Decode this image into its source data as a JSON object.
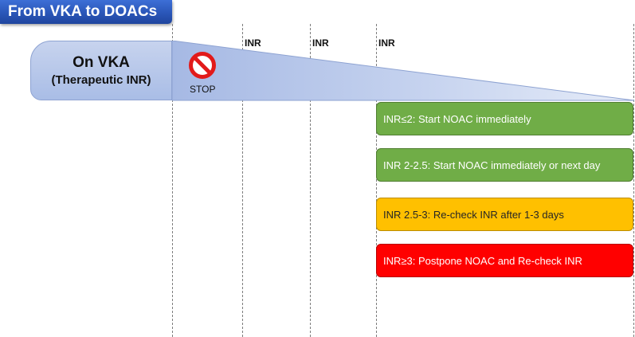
{
  "title": "From VKA to DOACs",
  "vka_box": {
    "line1": "On VKA",
    "line2": "(Therapeutic INR)"
  },
  "stop_icon": {
    "icon": "no-entry-sign-icon",
    "label": "STOP",
    "color": "#e21a1a"
  },
  "inr_markers": [
    "INR",
    "INR",
    "INR"
  ],
  "rules": [
    {
      "text": "INR≤2:  Start NOAC immediately",
      "color": "#70ad47"
    },
    {
      "text": "INR 2-2.5:  Start NOAC immediately or next day",
      "color": "#70ad47"
    },
    {
      "text": "INR 2.5-3:  Re-check INR after 1-3 days",
      "color": "#ffc000"
    },
    {
      "text": "INR≥3:  Postpone NOAC and Re-check INR",
      "color": "#ff0000"
    }
  ]
}
